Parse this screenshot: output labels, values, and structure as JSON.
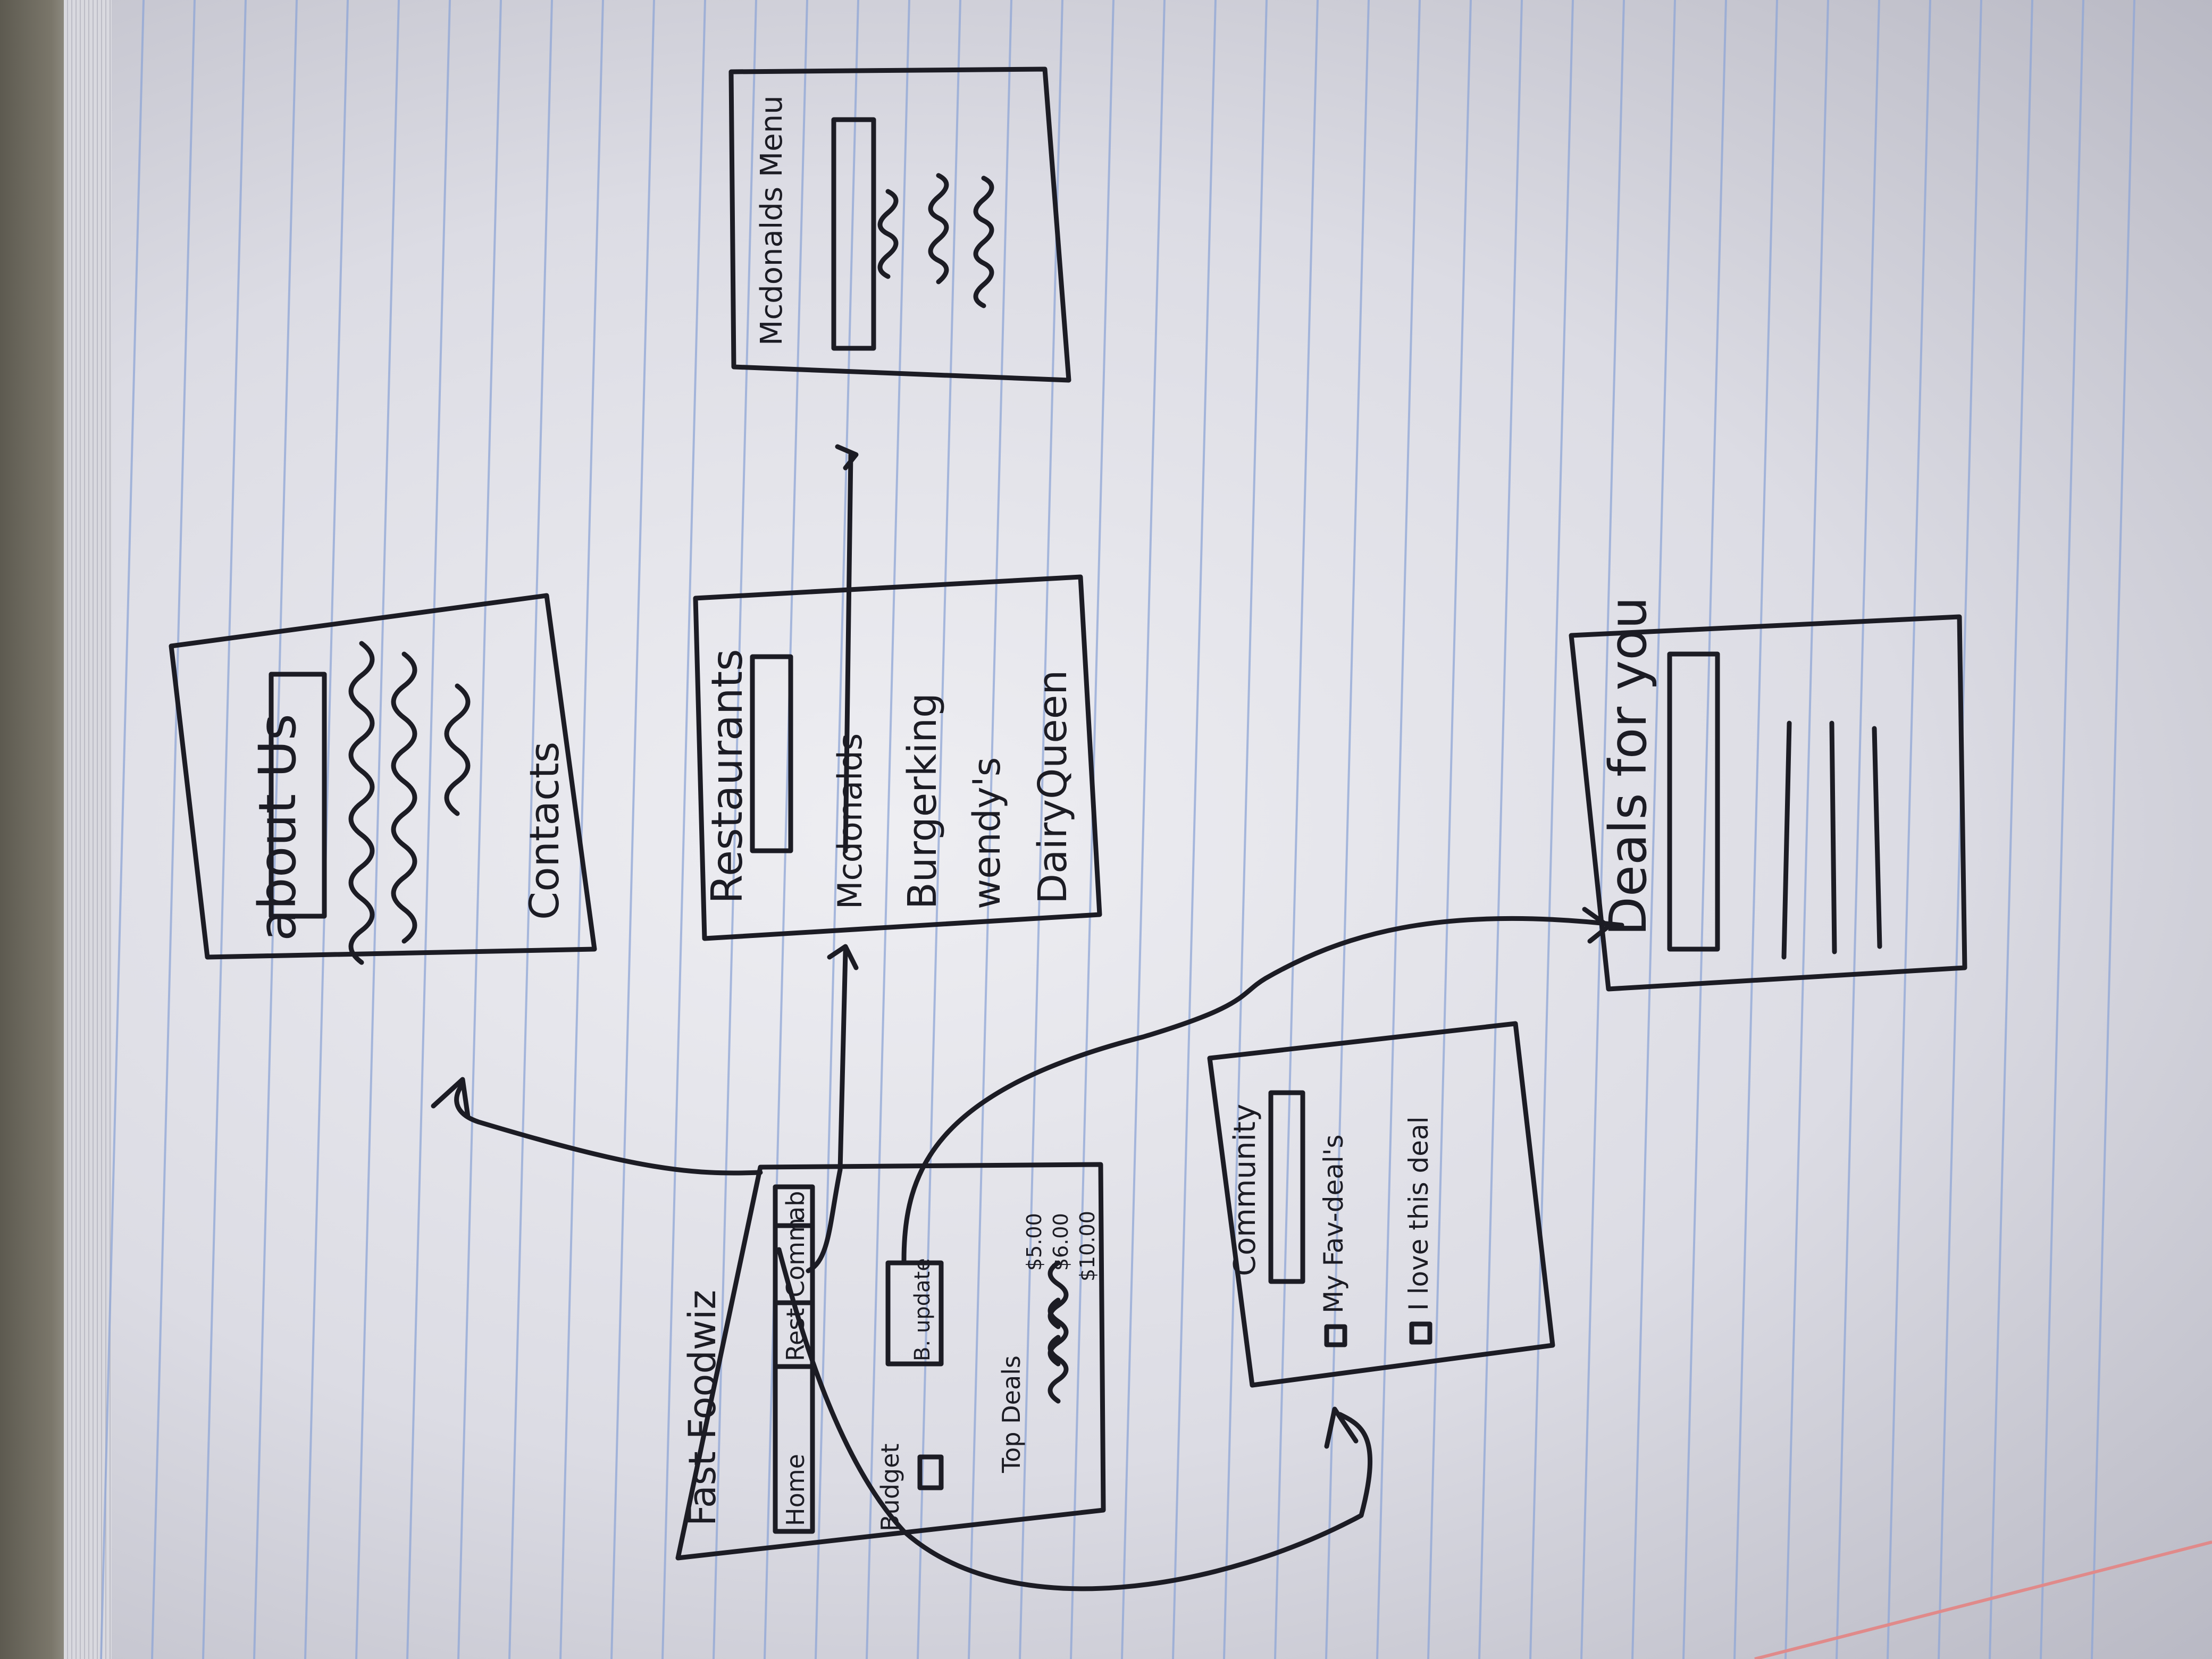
{
  "home_screen": {
    "title": "Fast Foodwiz",
    "nav": [
      "Home",
      "Rest",
      "Comm",
      "ab"
    ],
    "budget_label": "Budget",
    "b_label": "B. update",
    "top_deals_label": "Top Deals",
    "deal_prices": [
      "$5.00",
      "$6.00",
      "$10.00"
    ]
  },
  "about_screen": {
    "title": "about Us",
    "contacts_label": "Contacts"
  },
  "restaurants_screen": {
    "title": "Restaurants",
    "items": [
      "Mcdonalds",
      "Burgerking",
      "wendy's",
      "DairyQueen"
    ]
  },
  "mcdonalds_screen": {
    "title": "Mcdonalds Menu"
  },
  "community_screen": {
    "title": "Community",
    "items": [
      "My Fav-deal's",
      "I love this deal"
    ]
  },
  "deals_screen": {
    "title": "Deals for you"
  },
  "colors": {
    "paper": "#e6e6ec",
    "rule_line": "#8fa6d6",
    "margin_line": "#e08a8a",
    "ink": "#1c1c24"
  }
}
